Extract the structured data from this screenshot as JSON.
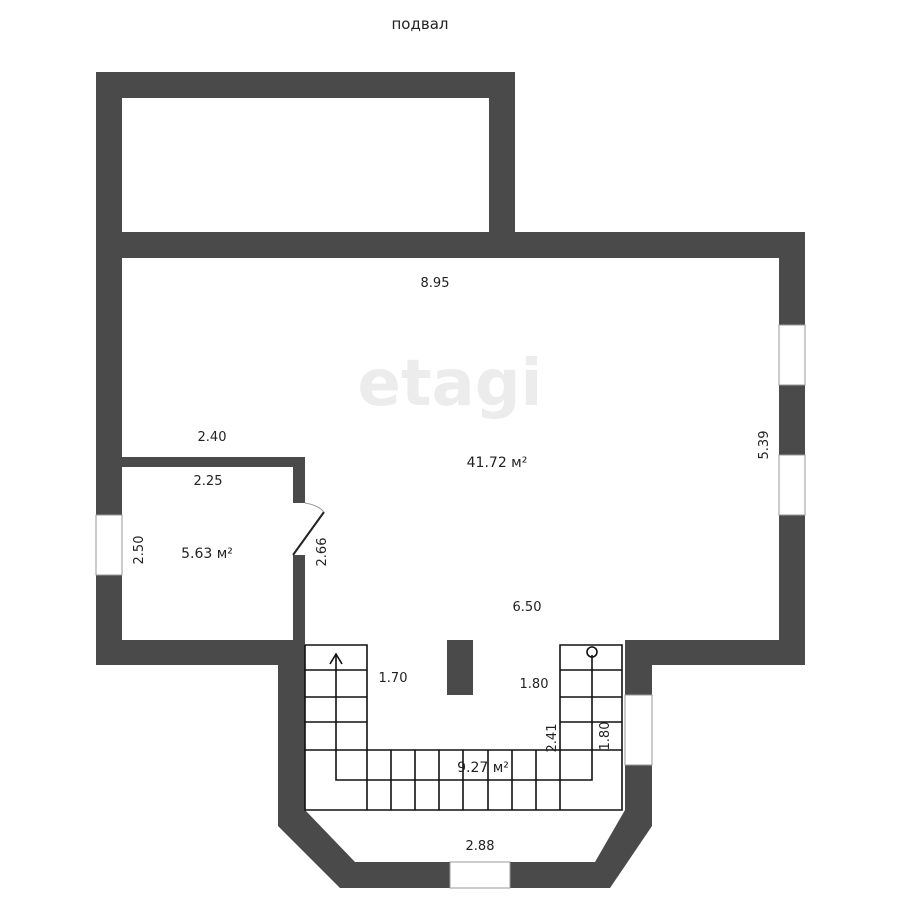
{
  "title": "подвал",
  "watermark": "etagi",
  "colors": {
    "wall": "#4a4a4a",
    "background": "#ffffff"
  },
  "rooms": [
    {
      "name": "main-room",
      "area": "41.72 м²"
    },
    {
      "name": "small-room",
      "area": "5.63 м²"
    },
    {
      "name": "stair-hall",
      "area": "9.27 м²"
    }
  ],
  "dimensions": {
    "main_width": "8.95",
    "main_height": "5.39",
    "main_bottom": "6.50",
    "small_top_outer": "2.40",
    "small_top_inner": "2.25",
    "small_left": "2.50",
    "small_right": "2.66",
    "stair_left": "1.70",
    "stair_right": "1.80",
    "stair_vertical_a": "2.41",
    "stair_vertical_b": "1.80",
    "bay_bottom": "2.88"
  }
}
